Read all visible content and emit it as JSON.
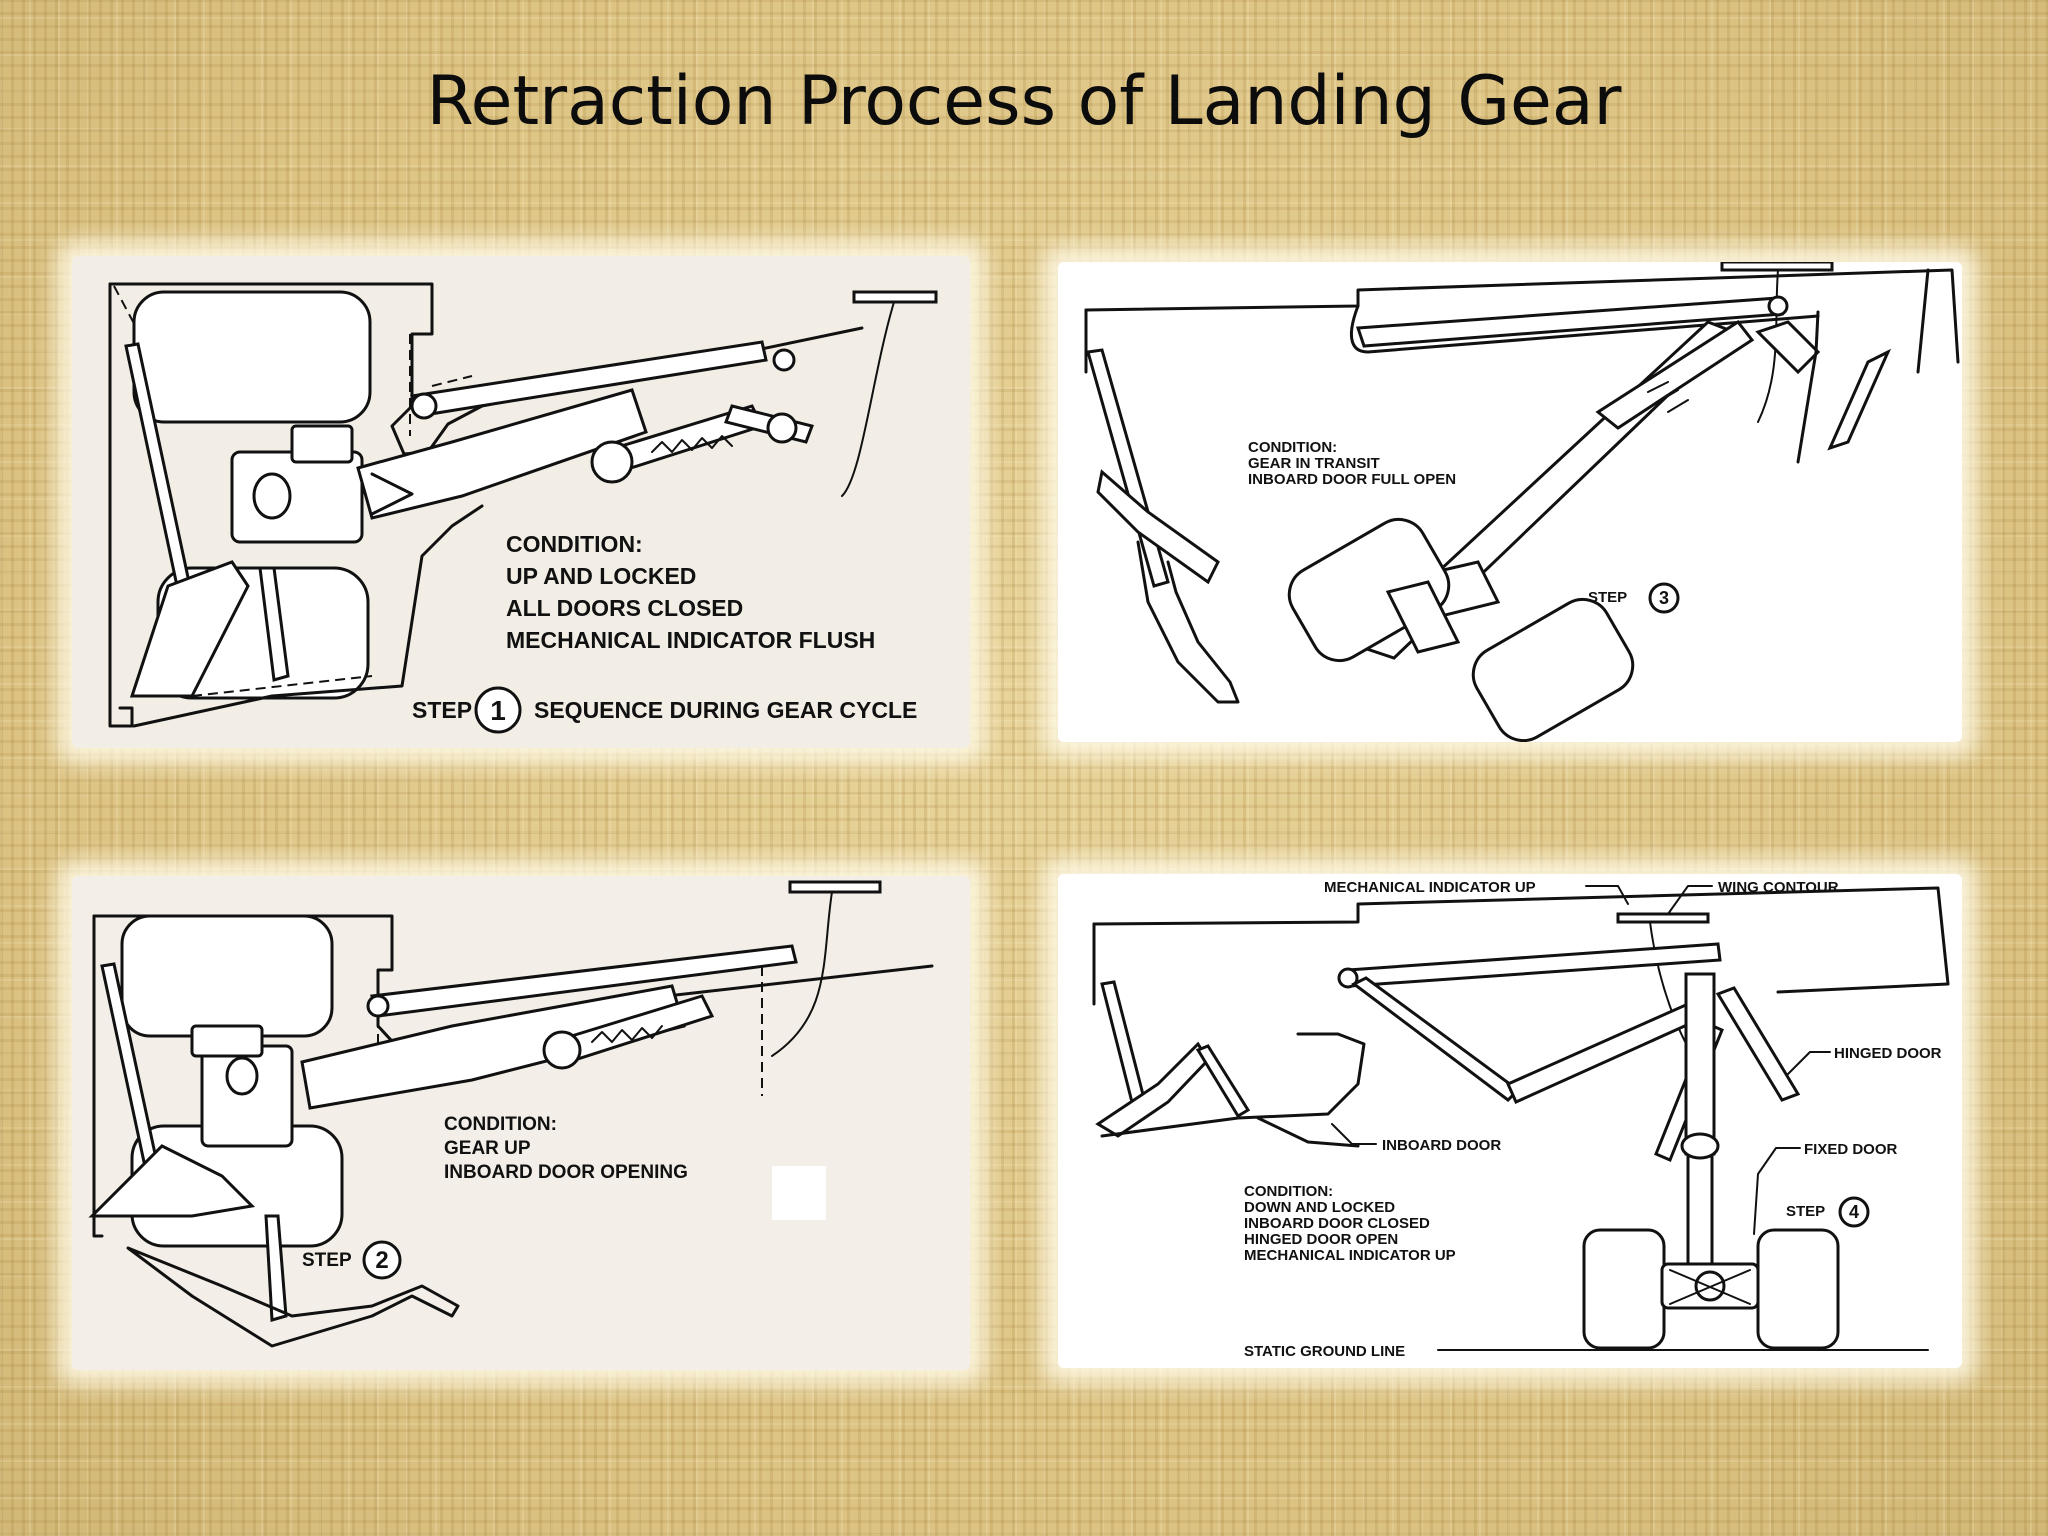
{
  "slide": {
    "title": "Retraction Process of Landing Gear"
  },
  "panels": [
    {
      "id": "step1",
      "step_label": "STEP",
      "step_number": "1",
      "condition_lines": [
        "CONDITION:",
        "UP AND LOCKED",
        "ALL DOORS CLOSED",
        "MECHANICAL INDICATOR FLUSH"
      ],
      "caption": "SEQUENCE DURING GEAR CYCLE"
    },
    {
      "id": "step3",
      "step_label": "STEP",
      "step_number": "3",
      "condition_lines": [
        "CONDITION:",
        "GEAR IN TRANSIT",
        "INBOARD DOOR FULL OPEN"
      ]
    },
    {
      "id": "step2",
      "step_label": "STEP",
      "step_number": "2",
      "condition_lines": [
        "CONDITION:",
        "GEAR UP",
        "INBOARD DOOR OPENING"
      ]
    },
    {
      "id": "step4",
      "step_label": "STEP",
      "step_number": "4",
      "condition_lines": [
        "CONDITION:",
        "DOWN AND LOCKED",
        "INBOARD DOOR CLOSED",
        "HINGED DOOR OPEN",
        "MECHANICAL INDICATOR UP"
      ],
      "callouts": {
        "mechanical_indicator_up": "MECHANICAL INDICATOR UP",
        "wing_contour": "WING CONTOUR",
        "hinged_door": "HINGED DOOR",
        "inboard_door": "INBOARD DOOR",
        "fixed_door": "FIXED DOOR",
        "static_ground_line": "STATIC GROUND LINE"
      }
    }
  ]
}
